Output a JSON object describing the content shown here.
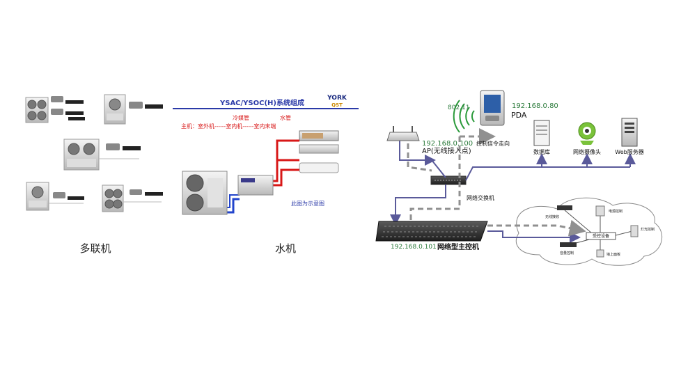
{
  "left_panel": {
    "caption_multi": "多联机",
    "caption_water": "水机"
  },
  "york_diagram": {
    "title": "YSAC/YSOC(H)系统组成",
    "logo_text": "YORK",
    "logo_sub": "QST",
    "label_refrigerant": "冷媒管",
    "label_water": "水管",
    "chain_text": "主机：室外机------室内机------室内末端",
    "note": "此图为示意图",
    "colors": {
      "title_blue": "#2b3aa8",
      "red": "#d81818",
      "blue_pipe": "#2244cc"
    }
  },
  "network_diagram": {
    "wireless_label": "802.11",
    "pda_ip": "192.168.0.80",
    "pda_label": "PDA",
    "ap_ip": "192.168.0.100",
    "control_label": "控制信令走向",
    "ap_label": "AP(无线接入点)",
    "database_label": "数据库",
    "camera_label": "网络摄像头",
    "web_label": "Web服务器",
    "switch_label": "网络交换机",
    "host_ip": "192.168.0.101",
    "host_label": "网络型主控机",
    "cloud": {
      "wireless_recv": "无线接收",
      "power_ctrl": "电源控制",
      "controlled": "受控设备",
      "light_ctrl": "灯光控制",
      "volume_ctrl": "音量控制",
      "wall_panel": "墙上面板"
    },
    "colors": {
      "link": "#5a5a9a",
      "dash": "#909090",
      "ip_green": "#2a7a3a"
    }
  }
}
